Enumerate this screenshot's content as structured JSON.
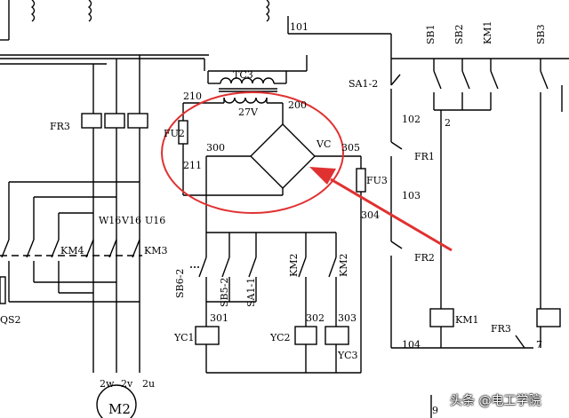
{
  "diagram": {
    "transformer": {
      "name": "TC3",
      "secondary_voltage": "27V"
    },
    "wires": {
      "w101": "101",
      "w102": "102",
      "w103": "103",
      "w104": "104",
      "w210": "210",
      "w200": "200",
      "w211": "211",
      "w300": "300",
      "w305": "305",
      "w304": "304",
      "w301": "301",
      "w302": "302",
      "w303": "303",
      "w2": "2",
      "w7": "7",
      "w9": "9"
    },
    "rectifier": {
      "label": "VC"
    },
    "fuses": {
      "fu2": "FU2",
      "fu3": "FU3"
    },
    "relays": {
      "fr3": "FR3",
      "fr1": "FR1",
      "fr2": "FR2"
    },
    "switches": {
      "sa1_2": "SA1-2",
      "sa1_1": "SA1-1",
      "sb1": "SB1",
      "sb2": "SB2",
      "sb3": "SB3",
      "sb5_2": "SB5-2",
      "sb6_2": "SB6-2"
    },
    "contactors": {
      "km1": "KM1",
      "km2": "KM2",
      "km3": "KM3",
      "km4": "KM4"
    },
    "clutches": {
      "yc1": "YC1",
      "yc2": "YC2",
      "yc3": "YC3"
    },
    "motor": {
      "name": "M2",
      "terminals": [
        "2w",
        "2v",
        "2u"
      ]
    },
    "motor_leads": [
      "W16",
      "V16",
      "U16"
    ],
    "edge_fragment": "QS2",
    "highlight_color": "#e03131"
  },
  "watermark": "头条 @电工学院"
}
